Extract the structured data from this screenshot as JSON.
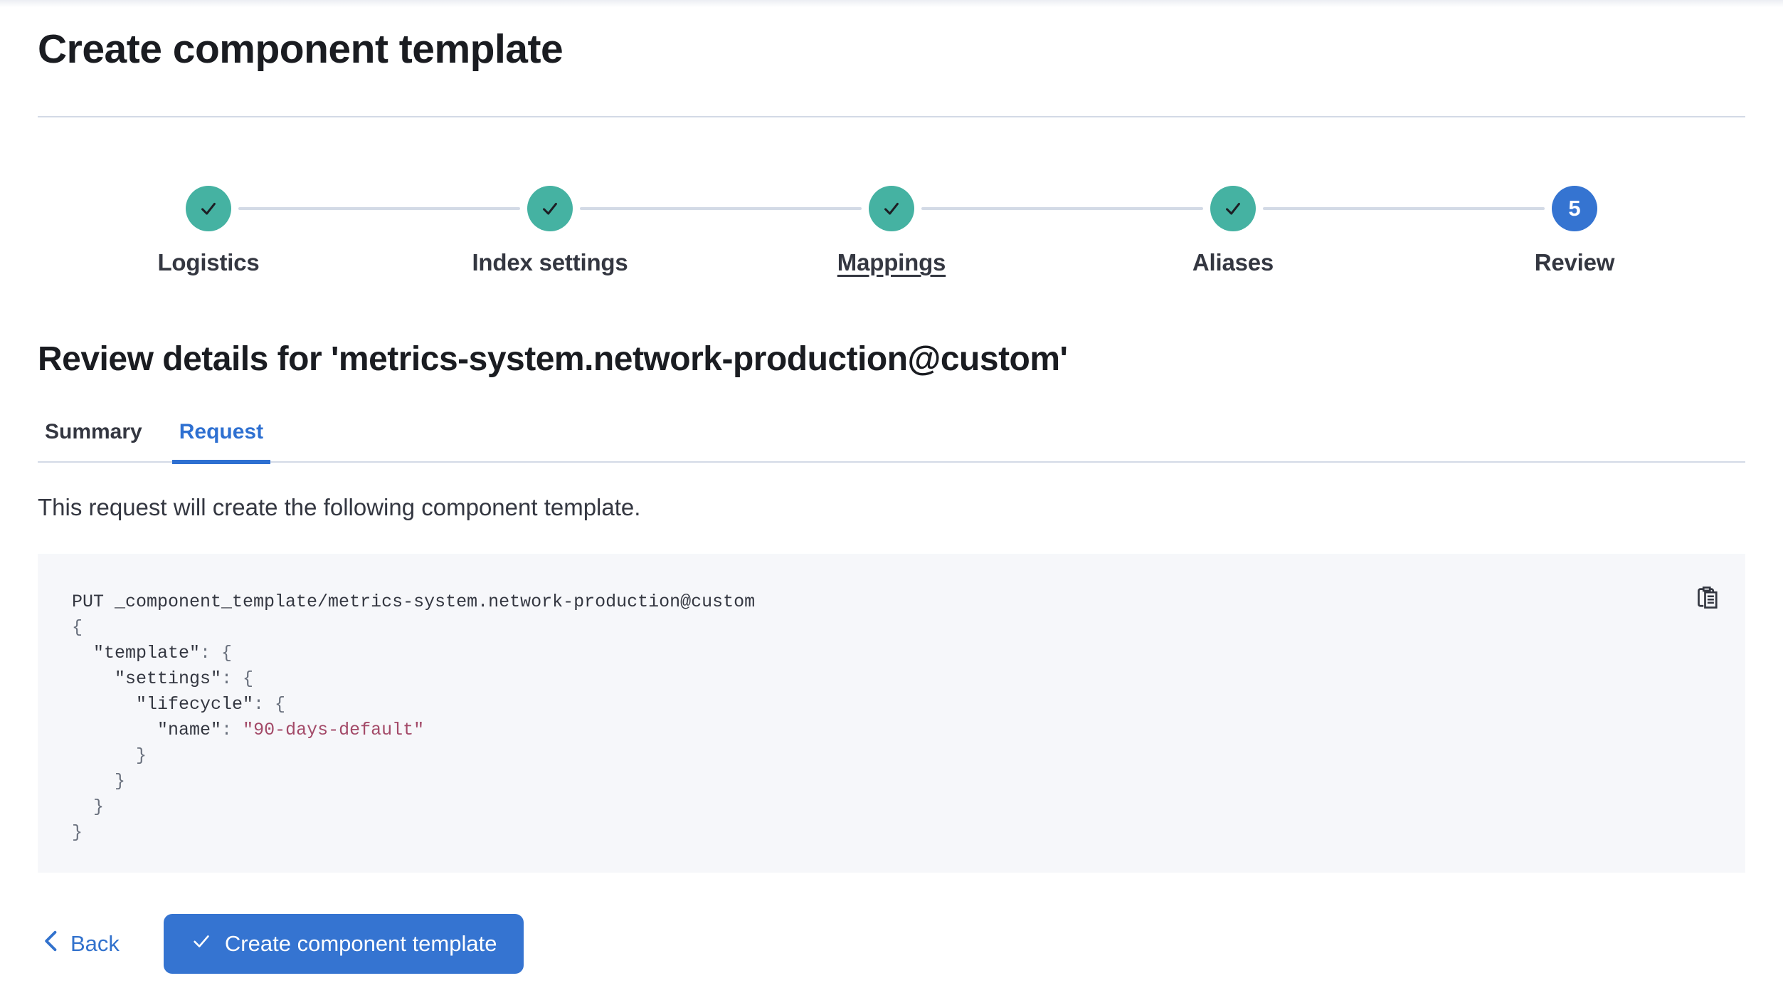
{
  "page": {
    "title": "Create component template",
    "review_heading": "Review details for 'metrics-system.network-production@custom'",
    "description": "This request will create the following component template."
  },
  "stepper": {
    "steps": [
      {
        "label": "Logistics",
        "status": "complete"
      },
      {
        "label": "Index settings",
        "status": "complete"
      },
      {
        "label": "Mappings",
        "status": "complete",
        "underlined": true
      },
      {
        "label": "Aliases",
        "status": "complete"
      },
      {
        "label": "Review",
        "status": "current",
        "number": "5"
      }
    ]
  },
  "tabs": [
    {
      "label": "Summary",
      "active": false
    },
    {
      "label": "Request",
      "active": true
    }
  ],
  "code_block": {
    "copy_icon": "copy-clipboard-icon",
    "lines": [
      [
        {
          "t": "plain",
          "v": "PUT _component_template/metrics-system.network-production@custom"
        }
      ],
      [
        {
          "t": "punct",
          "v": "{"
        }
      ],
      [
        {
          "t": "punct",
          "v": "  "
        },
        {
          "t": "key",
          "v": "\"template\""
        },
        {
          "t": "punct",
          "v": ": {"
        }
      ],
      [
        {
          "t": "punct",
          "v": "    "
        },
        {
          "t": "key",
          "v": "\"settings\""
        },
        {
          "t": "punct",
          "v": ": {"
        }
      ],
      [
        {
          "t": "punct",
          "v": "      "
        },
        {
          "t": "key",
          "v": "\"lifecycle\""
        },
        {
          "t": "punct",
          "v": ": {"
        }
      ],
      [
        {
          "t": "punct",
          "v": "        "
        },
        {
          "t": "key",
          "v": "\"name\""
        },
        {
          "t": "punct",
          "v": ": "
        },
        {
          "t": "string",
          "v": "\"90-days-default\""
        }
      ],
      [
        {
          "t": "punct",
          "v": "      }"
        }
      ],
      [
        {
          "t": "punct",
          "v": "    }"
        }
      ],
      [
        {
          "t": "punct",
          "v": "  }"
        }
      ],
      [
        {
          "t": "punct",
          "v": "}"
        }
      ]
    ]
  },
  "footer": {
    "back_label": "Back",
    "create_label": "Create component template"
  },
  "colors": {
    "primary_blue": "#3574d1",
    "active_tab_blue": "#2e70d1",
    "back_link_blue": "#3272cd",
    "success_teal": "#45b2a2",
    "text": "#343741",
    "title_text": "#1a1c21",
    "divider": "#d3dae6",
    "code_background": "#f6f7fa",
    "code_string": "#a34a68",
    "code_punctuation": "#69707d",
    "check_dark": "#1d1e24"
  }
}
